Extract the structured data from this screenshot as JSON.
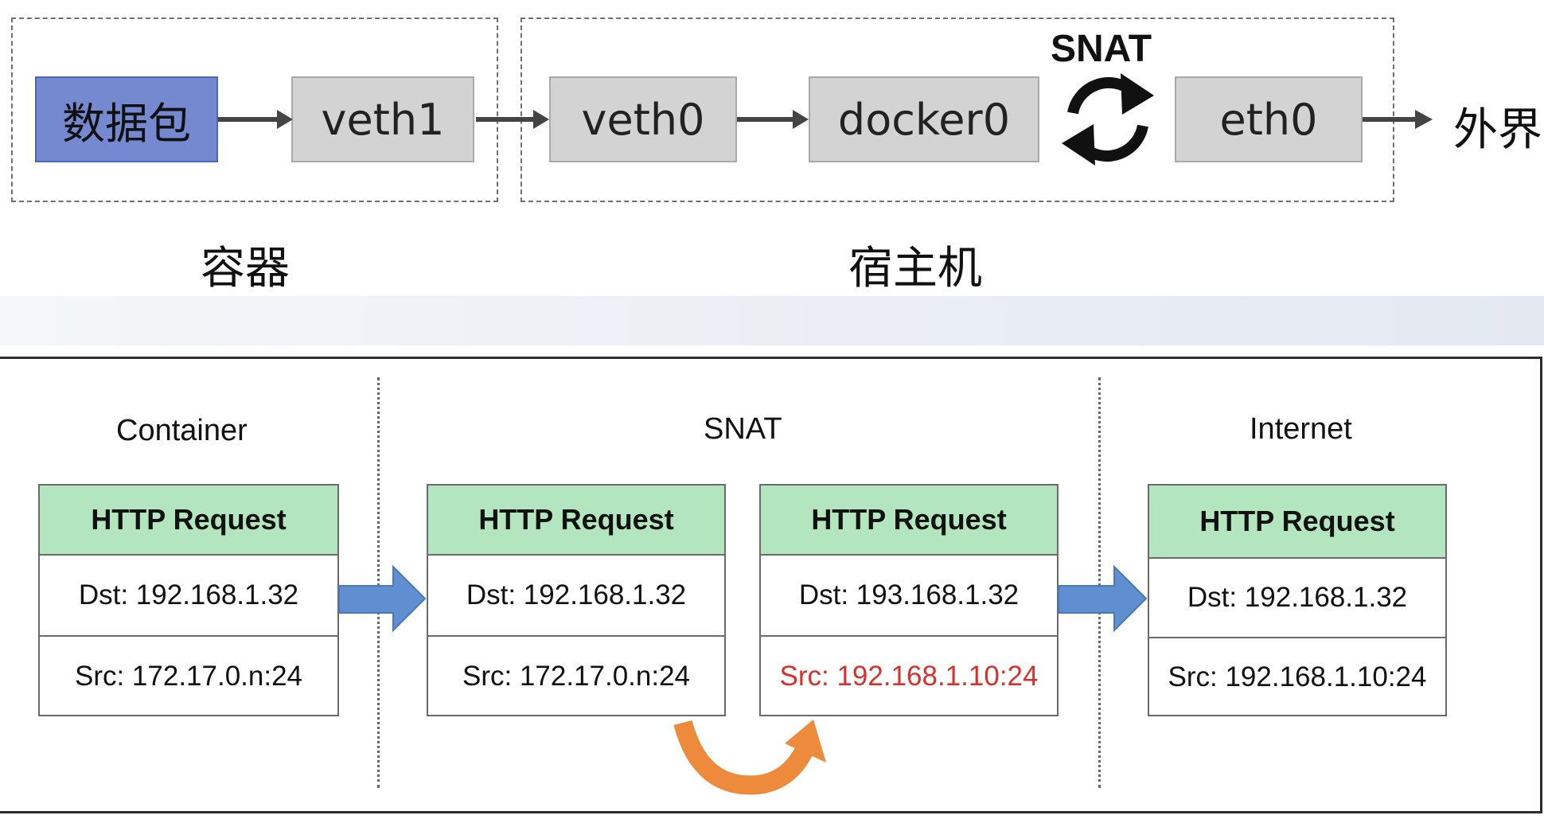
{
  "top": {
    "nodes": {
      "packet": "数据包",
      "veth1": "veth1",
      "veth0": "veth0",
      "docker0": "docker0",
      "eth0": "eth0"
    },
    "snat_label": "SNAT",
    "outside_label": "外界",
    "container_label": "容器",
    "host_label": "宿主机"
  },
  "bottom": {
    "columns": {
      "container": "Container",
      "snat": "SNAT",
      "internet": "Internet"
    },
    "cards": [
      {
        "header": "HTTP Request",
        "dst": "Dst: 192.168.1.32",
        "src": "Src: 172.17.0.n:24"
      },
      {
        "header": "HTTP Request",
        "dst": "Dst: 192.168.1.32",
        "src": "Src: 172.17.0.n:24"
      },
      {
        "header": "HTTP Request",
        "dst": "Dst: 193.168.1.32",
        "src": "Src: 192.168.1.10:24"
      },
      {
        "header": "HTTP Request",
        "dst": "Dst: 192.168.1.32",
        "src": "Src: 192.168.1.10:24"
      }
    ]
  },
  "colors": {
    "packet_fill": "#7489cf",
    "node_fill": "#d3d3d3",
    "card_header": "#b3e5bf",
    "blue_arrow": "#5f8fd0",
    "orange_arrow": "#ee8a3c",
    "changed_text": "#d9302c"
  },
  "icons": [
    "refresh-cycle-icon",
    "right-arrow-icon",
    "curved-arrow-icon"
  ]
}
